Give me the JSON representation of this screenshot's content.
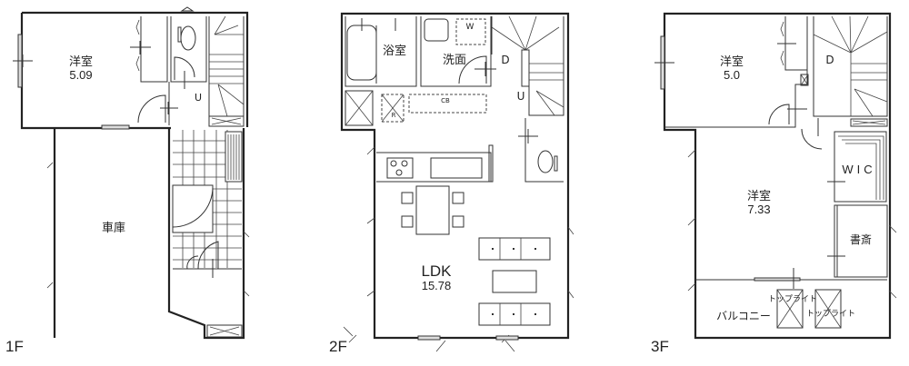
{
  "floors": [
    {
      "label": "1F",
      "rooms": [
        {
          "name": "洋室",
          "area": "5.09"
        },
        {
          "name": "車庫"
        }
      ]
    },
    {
      "label": "2F",
      "rooms": [
        {
          "name": "浴室"
        },
        {
          "name": "洗面"
        },
        {
          "name": "LDK",
          "area": "15.78"
        }
      ],
      "marks": {
        "washer": "W",
        "cupboard": "CB",
        "fridge": "R",
        "stair_down": "D",
        "stair_up": "U"
      }
    },
    {
      "label": "3F",
      "rooms": [
        {
          "name": "洋室",
          "area": "5.0"
        },
        {
          "name": "洋室",
          "area": "7.33"
        },
        {
          "name": "WIC"
        },
        {
          "name": "書斎"
        },
        {
          "name": "バルコニー"
        }
      ],
      "marks": {
        "stair_down": "D",
        "toplight": "トップライト"
      }
    }
  ],
  "marks_1f": {
    "stair_up": "U"
  }
}
